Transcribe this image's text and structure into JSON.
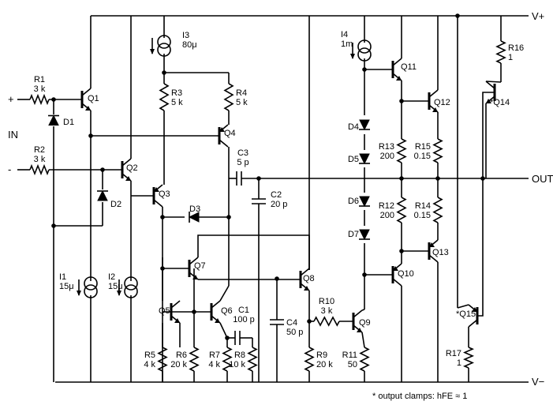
{
  "rails": {
    "vplus": "V+",
    "vminus": "V−",
    "out": "OUT",
    "in": "IN",
    "plus": "+",
    "minus": "-"
  },
  "components": {
    "R1": {
      "ref": "R1",
      "value": "3 k"
    },
    "R2": {
      "ref": "R2",
      "value": "3 k"
    },
    "R3": {
      "ref": "R3",
      "value": "5 k"
    },
    "R4": {
      "ref": "R4",
      "value": "5 k"
    },
    "R5": {
      "ref": "R5",
      "value": "4 k"
    },
    "R6": {
      "ref": "R6",
      "value": "20 k"
    },
    "R7": {
      "ref": "R7",
      "value": "4 k"
    },
    "R8": {
      "ref": "R8",
      "value": "10 k"
    },
    "R9": {
      "ref": "R9",
      "value": "20 k"
    },
    "R10": {
      "ref": "R10",
      "value": "3 k"
    },
    "R11": {
      "ref": "R11",
      "value": "50"
    },
    "R12": {
      "ref": "R12",
      "value": "200"
    },
    "R13": {
      "ref": "R13",
      "value": "200"
    },
    "R14": {
      "ref": "R14",
      "value": "0.15"
    },
    "R15": {
      "ref": "R15",
      "value": "0.15"
    },
    "R16": {
      "ref": "R16",
      "value": "1"
    },
    "R17": {
      "ref": "R17",
      "value": "1"
    },
    "C1": {
      "ref": "C1",
      "value": "100 p"
    },
    "C2": {
      "ref": "C2",
      "value": "20 p"
    },
    "C3": {
      "ref": "C3",
      "value": "5 p"
    },
    "C4": {
      "ref": "C4",
      "value": "50 p"
    },
    "I1": {
      "ref": "I1",
      "value": "15μ"
    },
    "I2": {
      "ref": "I2",
      "value": "15μ"
    },
    "I3": {
      "ref": "I3",
      "value": "80μ"
    },
    "I4": {
      "ref": "I4",
      "value": "1m"
    },
    "D1": {
      "ref": "D1"
    },
    "D2": {
      "ref": "D2"
    },
    "D3": {
      "ref": "D3"
    },
    "D4": {
      "ref": "D4"
    },
    "D5": {
      "ref": "D5"
    },
    "D6": {
      "ref": "D6"
    },
    "D7": {
      "ref": "D7"
    },
    "Q1": {
      "ref": "Q1"
    },
    "Q2": {
      "ref": "Q2"
    },
    "Q3": {
      "ref": "Q3"
    },
    "Q4": {
      "ref": "Q4"
    },
    "Q5": {
      "ref": "Q5"
    },
    "Q6": {
      "ref": "Q6"
    },
    "Q7": {
      "ref": "Q7"
    },
    "Q8": {
      "ref": "Q8"
    },
    "Q9": {
      "ref": "Q9"
    },
    "Q10": {
      "ref": "Q10"
    },
    "Q11": {
      "ref": "Q11"
    },
    "Q12": {
      "ref": "Q12"
    },
    "Q13": {
      "ref": "Q13"
    },
    "Q14": {
      "ref": "Q14",
      "label": "*Q14"
    },
    "Q15": {
      "ref": "Q15",
      "label": "*Q15"
    }
  },
  "footnote": "* output clamps: hFE ≈ 1"
}
